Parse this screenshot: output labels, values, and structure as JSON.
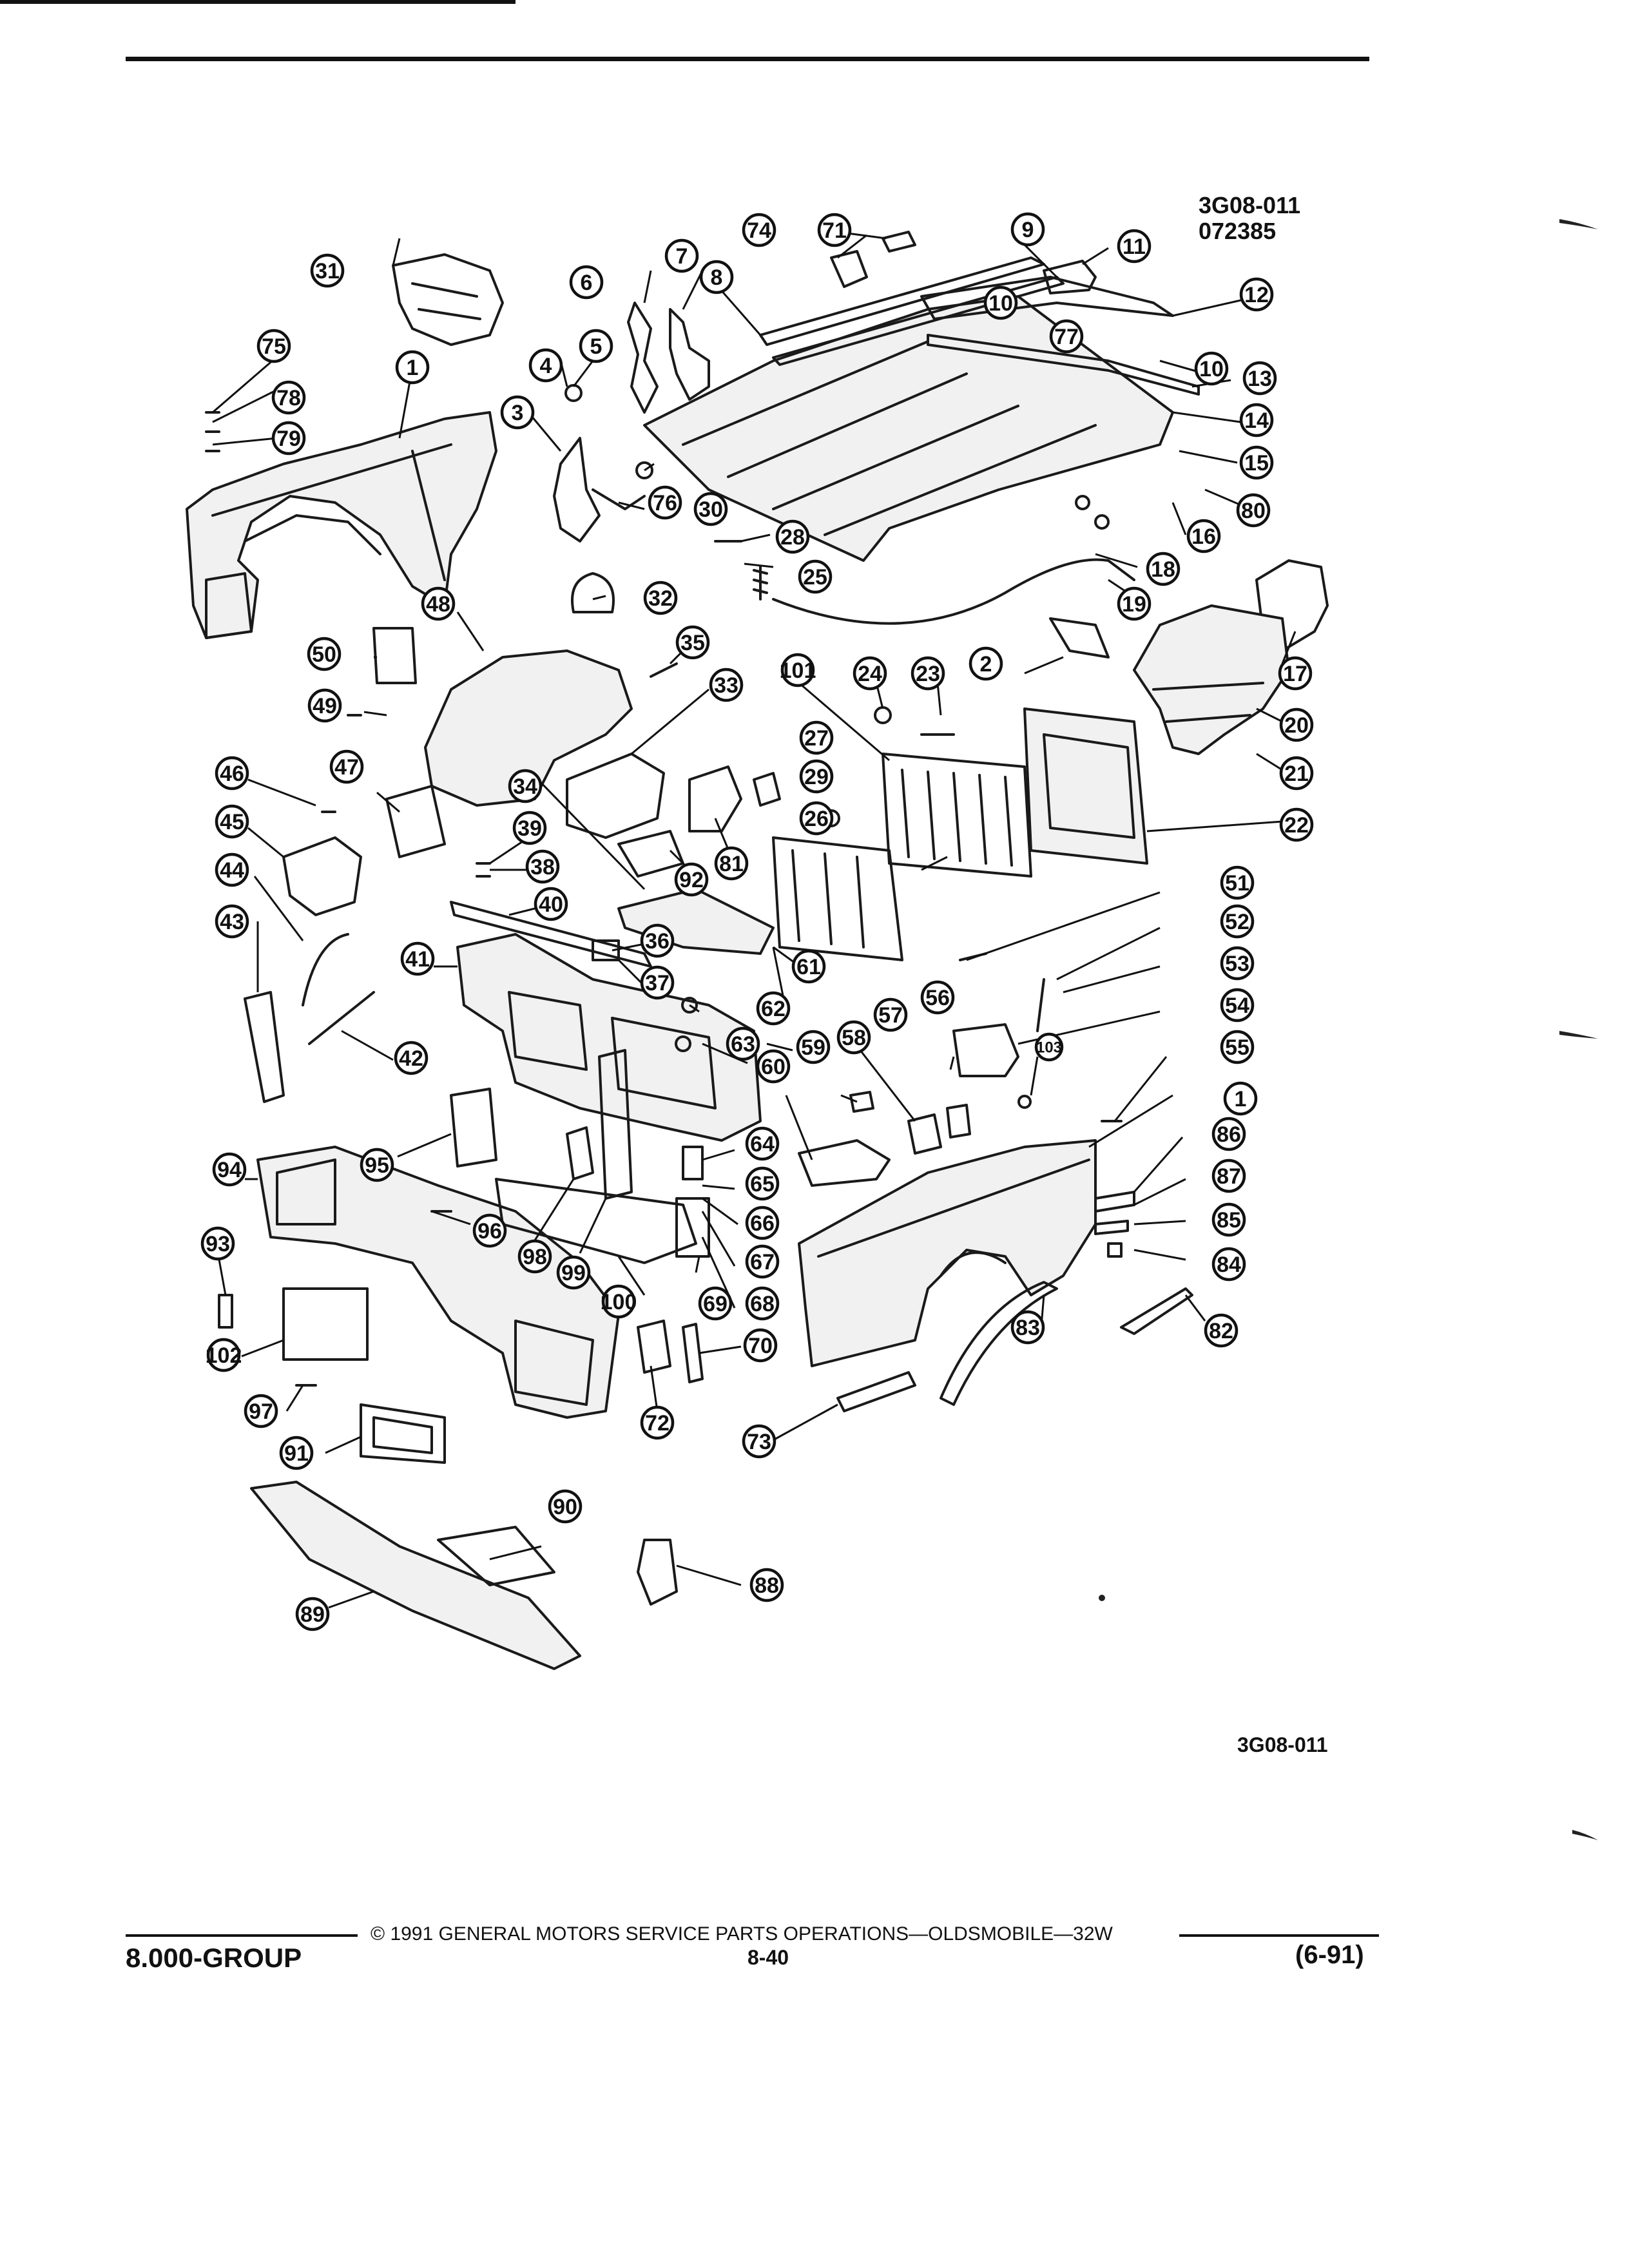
{
  "header": {
    "drawing_id": "3G08-011",
    "drawing_date": "072385"
  },
  "footer": {
    "drawing_id": "3G08-011",
    "group": "8.000-GROUP",
    "copyright": "© 1991 GENERAL MOTORS SERVICE PARTS OPERATIONS—OLDSMOBILE—32W",
    "page_number": "8-40",
    "revision": "(6-91)"
  },
  "callouts": [
    "1",
    "2",
    "3",
    "4",
    "5",
    "6",
    "7",
    "8",
    "9",
    "10",
    "11",
    "12",
    "13",
    "14",
    "15",
    "16",
    "17",
    "18",
    "19",
    "20",
    "21",
    "22",
    "23",
    "24",
    "25",
    "26",
    "27",
    "28",
    "29",
    "30",
    "31",
    "32",
    "33",
    "34",
    "35",
    "36",
    "37",
    "38",
    "39",
    "40",
    "41",
    "42",
    "43",
    "44",
    "45",
    "46",
    "47",
    "48",
    "49",
    "50",
    "51",
    "52",
    "53",
    "54",
    "55",
    "56",
    "57",
    "58",
    "59",
    "60",
    "61",
    "62",
    "63",
    "64",
    "65",
    "66",
    "67",
    "68",
    "69",
    "70",
    "71",
    "72",
    "73",
    "74",
    "75",
    "76",
    "77",
    "78",
    "79",
    "80",
    "81",
    "82",
    "83",
    "84",
    "85",
    "86",
    "87",
    "88",
    "89",
    "90",
    "91",
    "92",
    "93",
    "94",
    "95",
    "96",
    "97",
    "98",
    "99",
    "100",
    "101",
    "102",
    "103"
  ]
}
